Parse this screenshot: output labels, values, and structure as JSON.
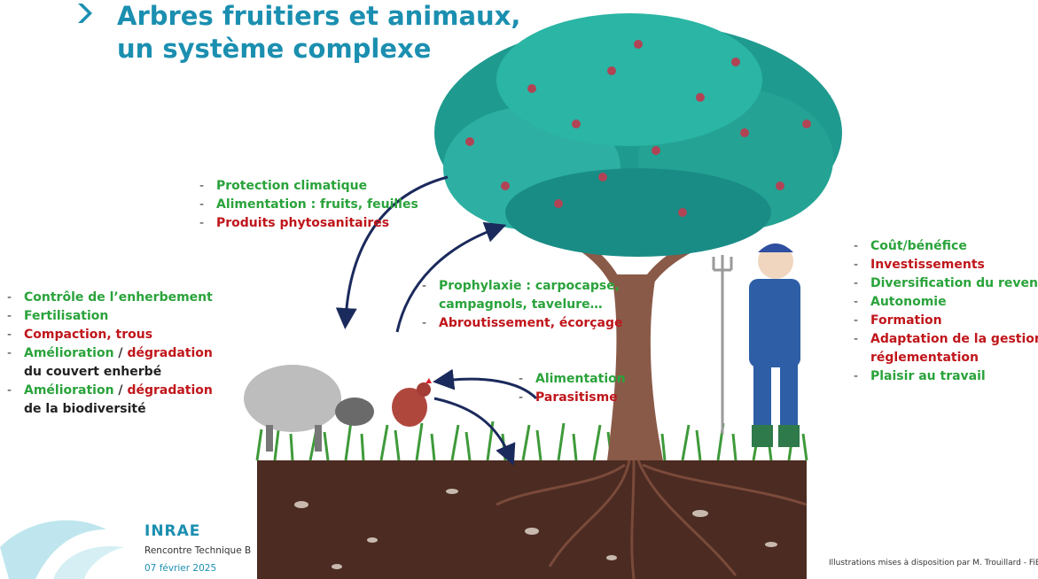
{
  "slide": {
    "title_line1": "Arbres fruitiers et animaux,",
    "title_line2": "un système complexe"
  },
  "lists": {
    "tree_effects": [
      {
        "text": "Protection climatique",
        "color": "green"
      },
      {
        "text": "Alimentation : fruits, feuilles",
        "color": "green"
      },
      {
        "text": "Produits phytosanitaires",
        "color": "red"
      }
    ],
    "animal_effects": [
      {
        "text": "Contrôle de l’enherbement",
        "color": "green"
      },
      {
        "text": "Fertilisation",
        "color": "green"
      },
      {
        "text": "Compaction, trous",
        "color": "red"
      }
    ],
    "animal_effects_split": [
      {
        "good": "Amélioration",
        "sep": " / ",
        "bad": "dégradation",
        "rest": "du couvert enherbé"
      },
      {
        "good": "Amélioration",
        "sep": " / ",
        "bad": "dégradation",
        "rest": "de la biodiversité"
      }
    ],
    "animals_on_tree": [
      {
        "text": "Prophylaxie : carpocapse,",
        "color": "green",
        "bullet": true
      },
      {
        "text": "campagnols, tavelure…",
        "color": "green",
        "bullet": false
      },
      {
        "text": "Abroutissement, écorçage",
        "color": "red",
        "bullet": true
      }
    ],
    "grass_effects": [
      {
        "text": "Alimentation",
        "color": "green"
      },
      {
        "text": "Parasitisme",
        "color": "red"
      }
    ],
    "farmer_effects": [
      {
        "text": "Coût/bénéfice",
        "color": "green",
        "bullet": true
      },
      {
        "text": "Investissements",
        "color": "red",
        "bullet": true
      },
      {
        "text": "Diversification du revenu",
        "color": "green",
        "bullet": true
      },
      {
        "text": "Autonomie",
        "color": "green",
        "bullet": true
      },
      {
        "text": "Formation",
        "color": "red",
        "bullet": true
      },
      {
        "text": "Adaptation de la gestion,",
        "color": "red",
        "bullet": true
      },
      {
        "text": "réglementation",
        "color": "red",
        "bullet": false
      },
      {
        "text": "Plaisir au travail",
        "color": "green",
        "bullet": true
      }
    ]
  },
  "footer": {
    "logo": "INRAE",
    "event": "Rencontre Technique B",
    "date": "07 février 2025",
    "credit": "Illustrations mises à disposition par M. Trouillard - FiB"
  },
  "colors": {
    "title": "#1b8fb0",
    "positive": "#2aa33b",
    "negative": "#c0161b",
    "arrow": "#1b2a5c"
  }
}
